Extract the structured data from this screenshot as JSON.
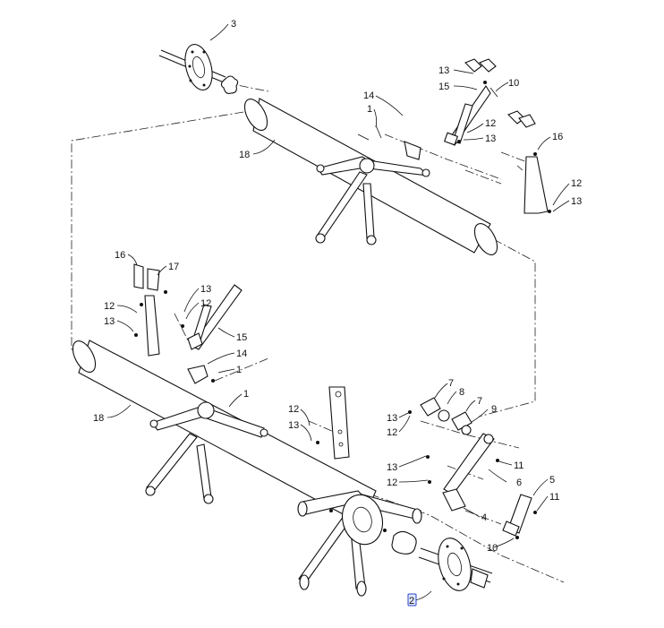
{
  "callouts": [
    {
      "id": "c-3",
      "text": "3"
    },
    {
      "id": "c-13a",
      "text": "13"
    },
    {
      "id": "c-15a",
      "text": "15"
    },
    {
      "id": "c-10a",
      "text": "10"
    },
    {
      "id": "c-14a",
      "text": "14"
    },
    {
      "id": "c-1a",
      "text": "1"
    },
    {
      "id": "c-12a",
      "text": "12"
    },
    {
      "id": "c-13b",
      "text": "13"
    },
    {
      "id": "c-18a",
      "text": "18"
    },
    {
      "id": "c-16a",
      "text": "16"
    },
    {
      "id": "c-12b",
      "text": "12"
    },
    {
      "id": "c-13c",
      "text": "13"
    },
    {
      "id": "c-16b",
      "text": "16"
    },
    {
      "id": "c-17",
      "text": "17"
    },
    {
      "id": "c-13d",
      "text": "13"
    },
    {
      "id": "c-12c",
      "text": "12"
    },
    {
      "id": "c-12d",
      "text": "12"
    },
    {
      "id": "c-13e",
      "text": "13"
    },
    {
      "id": "c-15b",
      "text": "15"
    },
    {
      "id": "c-14b",
      "text": "14"
    },
    {
      "id": "c-1b",
      "text": "1"
    },
    {
      "id": "c-1c",
      "text": "1"
    },
    {
      "id": "c-18b",
      "text": "18"
    },
    {
      "id": "c-12e",
      "text": "12"
    },
    {
      "id": "c-13f",
      "text": "13"
    },
    {
      "id": "c-7a",
      "text": "7"
    },
    {
      "id": "c-8",
      "text": "8"
    },
    {
      "id": "c-7b",
      "text": "7"
    },
    {
      "id": "c-9",
      "text": "9"
    },
    {
      "id": "c-13g",
      "text": "13"
    },
    {
      "id": "c-12f",
      "text": "12"
    },
    {
      "id": "c-11a",
      "text": "11"
    },
    {
      "id": "c-13h",
      "text": "13"
    },
    {
      "id": "c-12g",
      "text": "12"
    },
    {
      "id": "c-6",
      "text": "6"
    },
    {
      "id": "c-5",
      "text": "5"
    },
    {
      "id": "c-11b",
      "text": "11"
    },
    {
      "id": "c-4",
      "text": "4"
    },
    {
      "id": "c-10b",
      "text": "10"
    },
    {
      "id": "c-2",
      "text": "2",
      "highlight": true
    }
  ],
  "colors": {
    "line": "#111111",
    "highlight": "#2b45c8",
    "highlight_fill": "#dfe6ff"
  }
}
